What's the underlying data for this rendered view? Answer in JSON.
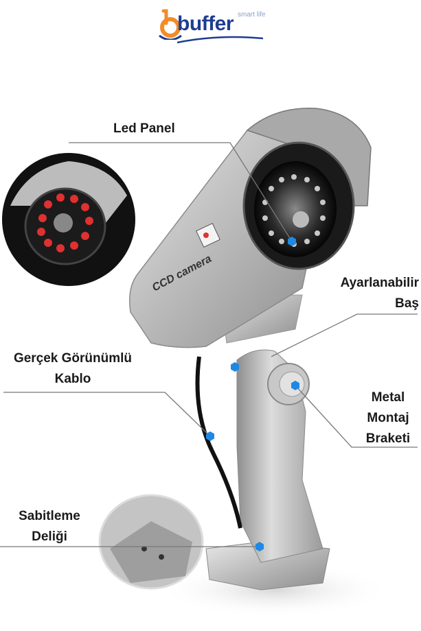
{
  "logo": {
    "brand": "buffer",
    "tagline": "smart life"
  },
  "camera_text": {
    "body": "CCD camera"
  },
  "labels": {
    "led_panel": "Led Panel",
    "adjustable_head": [
      "Ayarlanabilir",
      "Baş"
    ],
    "real_cable": [
      "Gerçek Görünümlü",
      "Kablo"
    ],
    "metal_bracket": [
      "Metal",
      "Montaj",
      "Braketi"
    ],
    "mount_hole": [
      "Sabitleme",
      "Deliği"
    ]
  },
  "colors": {
    "marker": "#1e88e5",
    "label_text": "#1a1a1a",
    "brand_blue": "#1d3d8f",
    "brand_orange": "#f28c28"
  }
}
